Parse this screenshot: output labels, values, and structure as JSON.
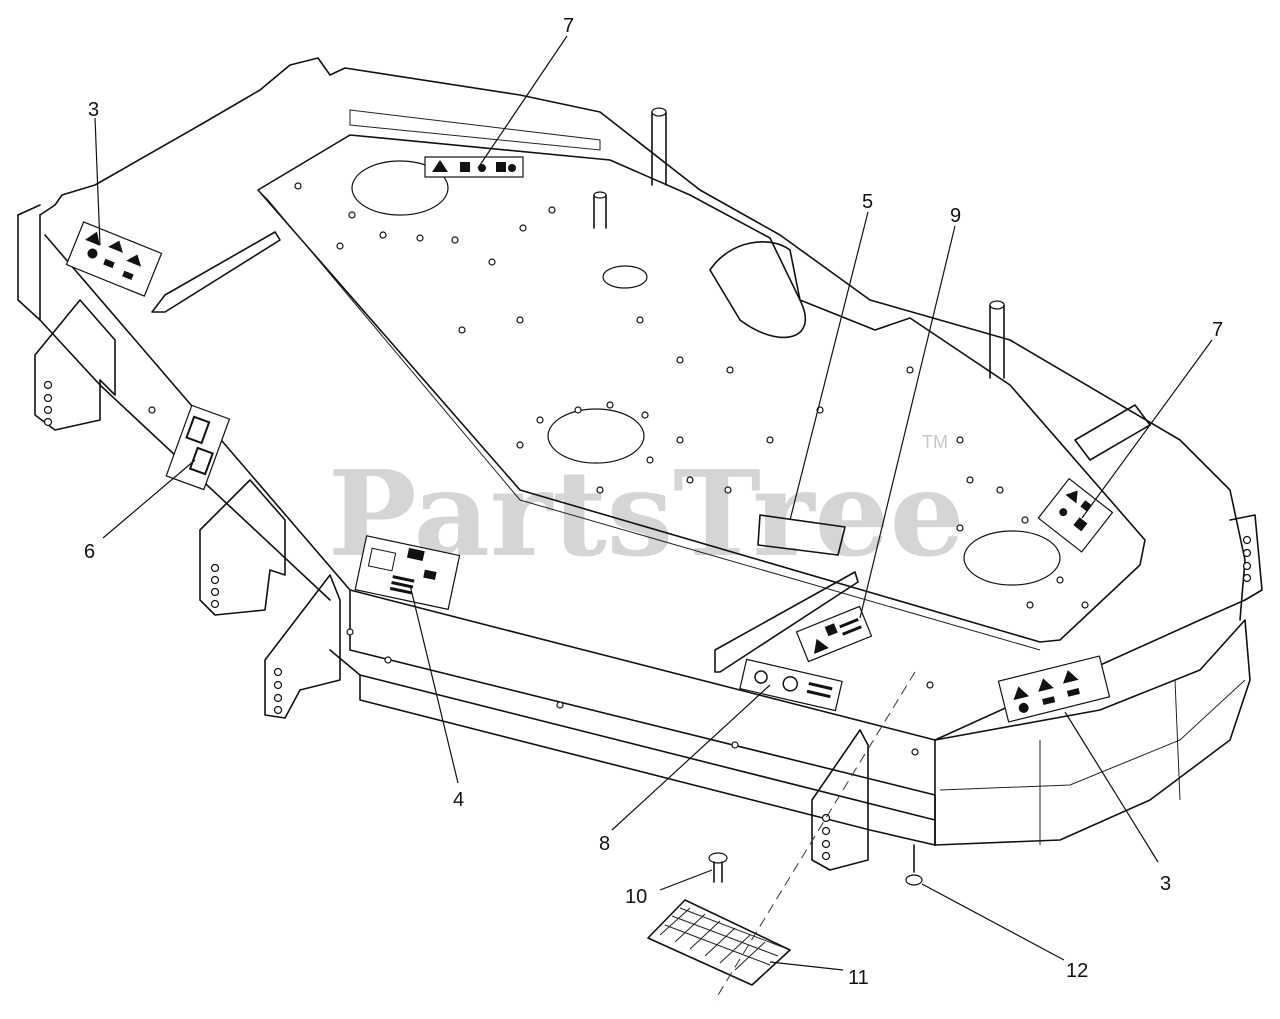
{
  "watermark": {
    "text": "PartsTree",
    "trademark": "TM"
  },
  "callouts": [
    "3",
    "7",
    "5",
    "9",
    "7",
    "6",
    "4",
    "8",
    "3",
    "10",
    "11",
    "12"
  ]
}
